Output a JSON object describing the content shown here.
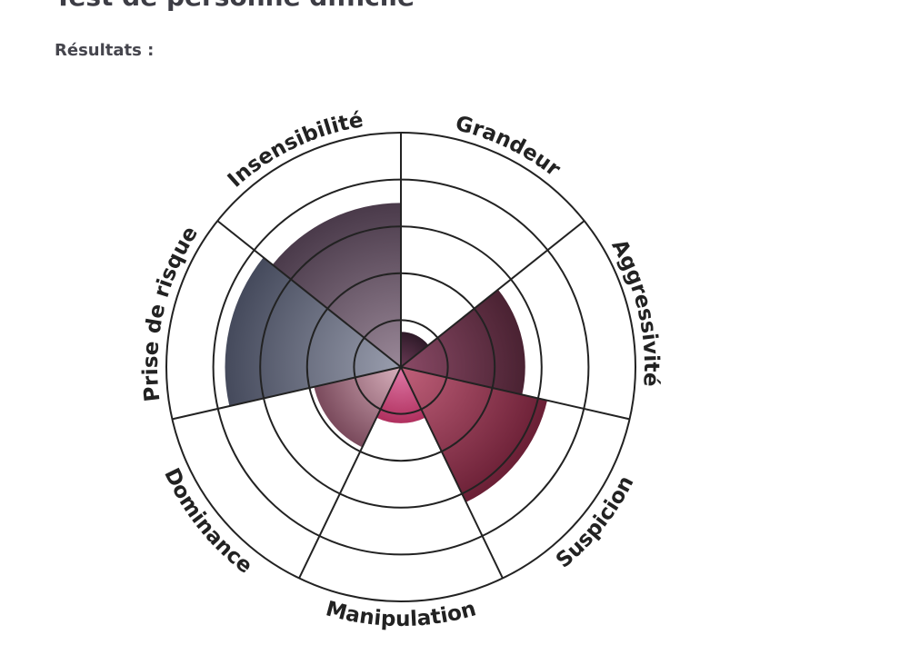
{
  "page": {
    "title": "Test de personne difficile",
    "results_label": "Résultats :"
  },
  "chart_data": {
    "type": "polar-area",
    "scale_max": 5,
    "rings": [
      1,
      2,
      3,
      4,
      5
    ],
    "categories": [
      "Grandeur",
      "Aggressivité",
      "Suspicion",
      "Manipulation",
      "Dominance",
      "Prise de risque",
      "Insensibilité"
    ],
    "values": [
      0.75,
      2.65,
      3.2,
      1.2,
      1.9,
      3.75,
      3.5
    ],
    "colors": [
      {
        "inner": "#6a3a55",
        "outer": "#2e1a28"
      },
      {
        "inner": "#8a4a66",
        "outer": "#4a2232"
      },
      {
        "inner": "#c0607a",
        "outer": "#6a1f35"
      },
      {
        "inner": "#e07aa8",
        "outer": "#b0305e"
      },
      {
        "inner": "#d8b0bc",
        "outer": "#7a4a5c"
      },
      {
        "inner": "#9a9eae",
        "outer": "#454a5c"
      },
      {
        "inner": "#9a8898",
        "outer": "#4a3a4a"
      }
    ]
  }
}
